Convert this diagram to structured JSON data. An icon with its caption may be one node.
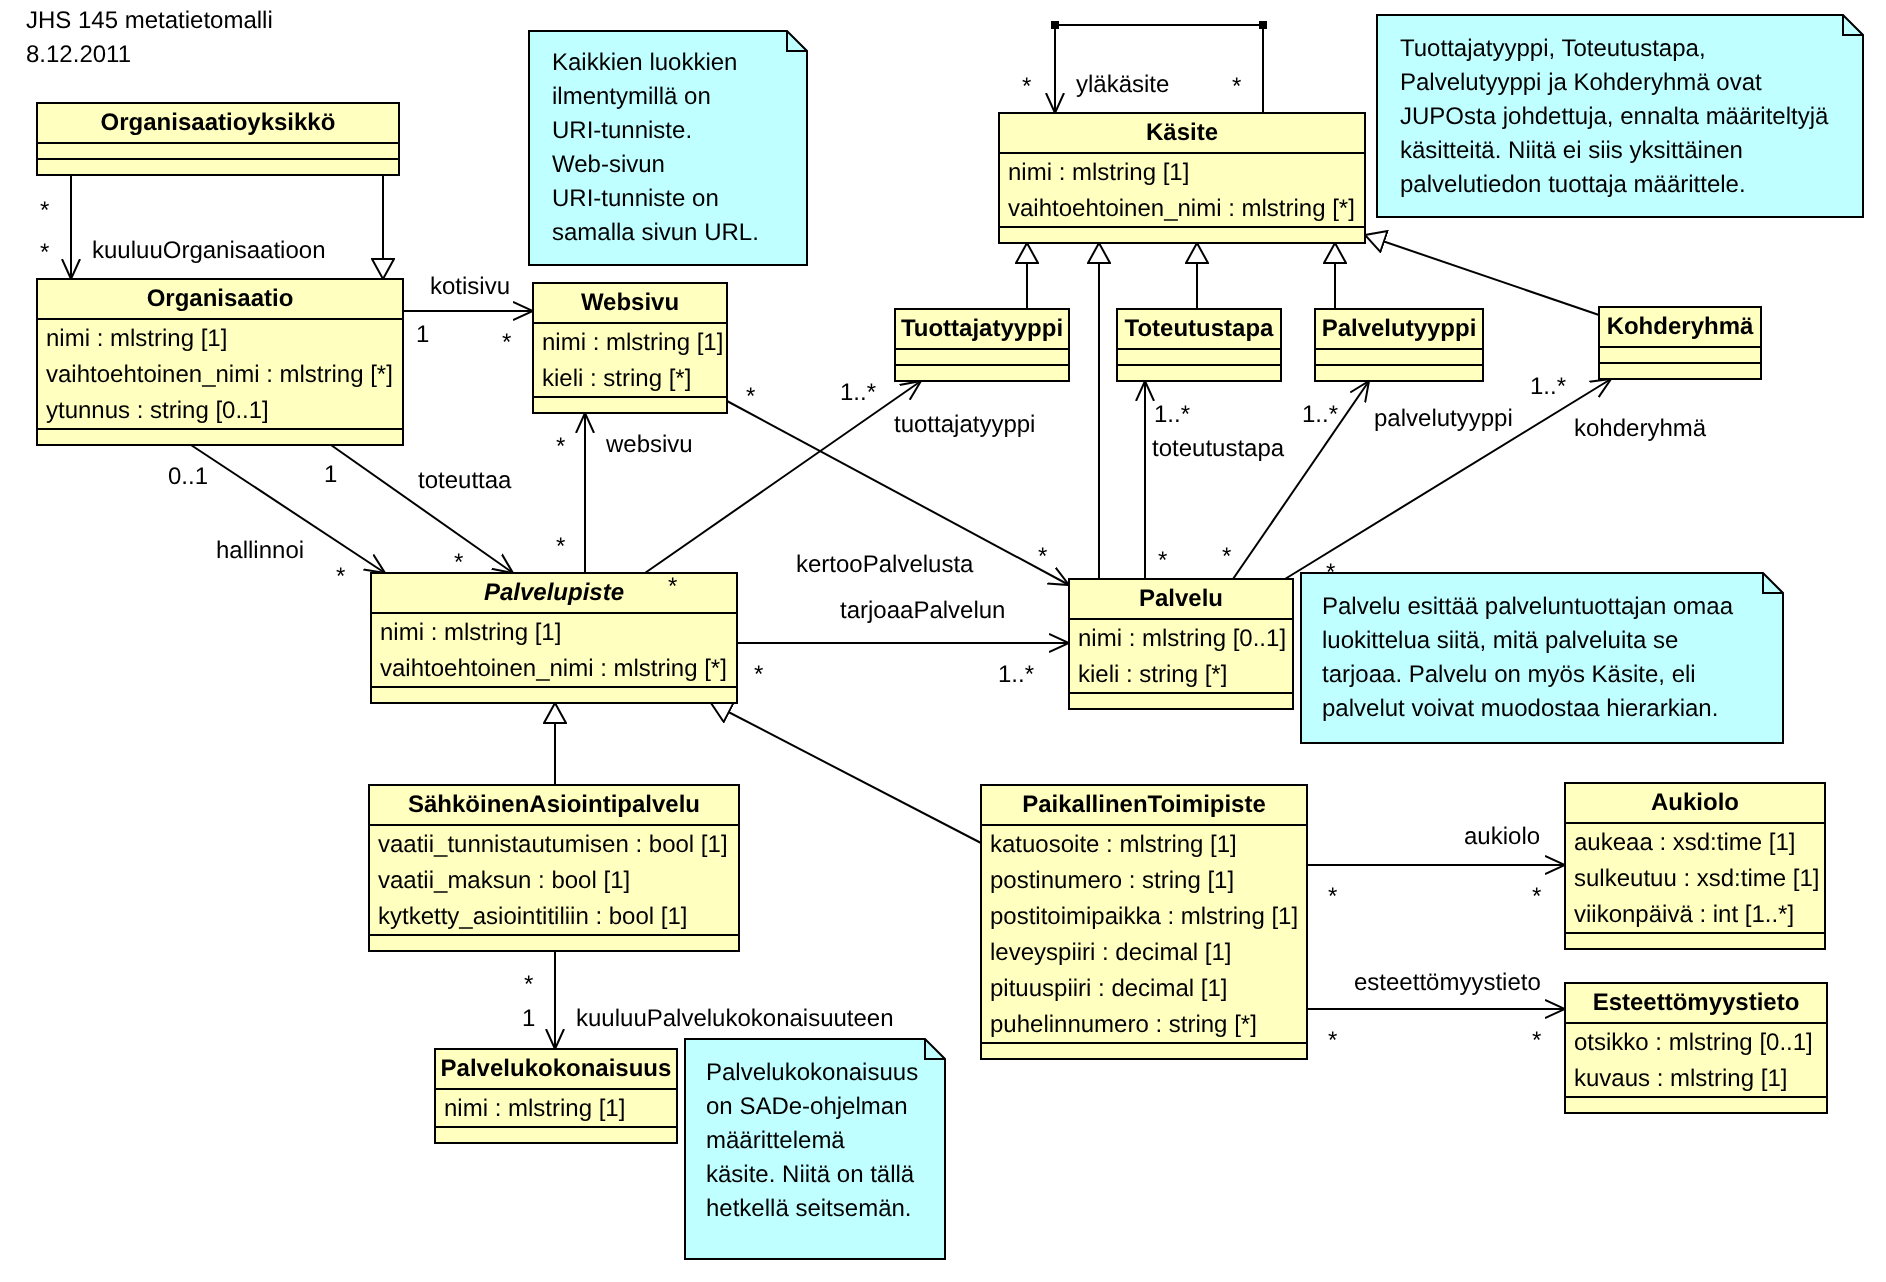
{
  "diagram": {
    "title": "JHS 145 metatietomalli",
    "nodes": [
      {
        "text": [
          "Organisaatioyksikkö"
        ]
      },
      {
        "text": [
          "Kaikkien luokkien ilmentymillä on URI-tunniste. Web-sivun URI-tunniste on samalla sivun URL."
        ]
      },
      {
        "text": [
          "Käsite",
          "nimi : mlstring [1]",
          "vaihtoehtoinen_nimi : mlstring [*]"
        ]
      },
      {
        "text": [
          "Tuottajatyyppi, Toteutustapa, Palvelutyyppi ja Kohderyhmä ovat JUPOsta johdettuja, ennalta määriteltyjä käsitteitä. Niitä ei siis yksittäinen palvelutiedon tuottaja määrittele."
        ]
      },
      {
        "text": [
          "Organisaatio",
          "nimi : mlstring [1]",
          "vaihtoehtoinen_nimi : mlstring [*]",
          "ytunnus : string [0..1]"
        ]
      },
      {
        "text": [
          "Websivu",
          "nimi : mlstring [1]",
          "kieli : string [*]"
        ]
      },
      {
        "text": [
          "Tuottajatyyppi"
        ]
      },
      {
        "text": [
          "Toteutustapa"
        ]
      },
      {
        "text": [
          "Palvelutyyppi"
        ]
      },
      {
        "text": [
          "Kohderyhmä"
        ]
      },
      {
        "text": [
          "Palvelupiste",
          "nimi : mlstring [1]",
          "vaihtoehtoinen_nimi : mlstring [*]"
        ]
      },
      {
        "text": [
          "Palvelu",
          "nimi : mlstring [0..1]",
          "kieli : string [*]"
        ]
      },
      {
        "text": [
          "Palvelu esittää palveluntuottajan omaa luokittelua siitä, mitä palveluita se tarjoaa. Palvelu on myös Käsite, eli palvelut voivat muodostaa hierarkian."
        ]
      },
      {
        "text": [
          "SähköinenAsiointipalvelu",
          "vaatii_tunnistautumisen : bool [1]",
          "vaatii_maksun : bool [1]",
          "kytketty_asiointitiliin : bool [1]"
        ]
      },
      {
        "text": [
          "PaikallinenToimipiste",
          "katuosoite : mlstring [1]",
          "postinumero : string [1]",
          "postitoimipaikka : mlstring [1]",
          "leveyspiiri : decimal [1]",
          "pituuspiiri : decimal [1]",
          "puhelinnumero : string [*]"
        ]
      },
      {
        "text": [
          "Aukiolo",
          "aukeaa : xsd:time [1]",
          "sulkeutuu : xsd:time [1]",
          "viikonpäivä : int [1..*]"
        ]
      },
      {
        "text": [
          "Esteettömyystieto",
          "otsikko : mlstring [0..1]",
          "kuvaus : mlstring [1]"
        ]
      },
      {
        "text": [
          "Palvelukokonaisuus",
          "nimi : mlstring [1]"
        ]
      },
      {
        "text": [
          "Palvelukokonaisuus on SADe-ohjelman määrittelemä käsite. Niitä on tällä hetkellä seitsemän."
        ]
      }
    ],
    "edges": [
      {
        "from": 0,
        "to": 4,
        "arrow": "to",
        "label": "kuuluuOrganisaatioon"
      },
      {
        "from": 0,
        "to": 4,
        "arrow": "to"
      },
      {
        "from": 4,
        "to": 5,
        "arrow": "to",
        "label": "kotisivu"
      },
      {
        "from": 4,
        "to": 10,
        "arrow": "to",
        "label": "hallinnoi"
      },
      {
        "from": 4,
        "to": 10,
        "arrow": "to",
        "label": "toteuttaa"
      },
      {
        "from": 10,
        "to": 5,
        "arrow": "to",
        "label": "websivu"
      },
      {
        "from": 5,
        "to": 11,
        "arrow": "to",
        "label": "kertooPalvelusta"
      },
      {
        "from": 10,
        "to": 6,
        "arrow": "to",
        "label": "tuottajatyyppi"
      },
      {
        "from": 10,
        "to": 11,
        "arrow": "to",
        "label": "tarjoaaPalvelun"
      },
      {
        "from": 2,
        "to": 2,
        "arrow": "to",
        "label": "yläkäsite"
      },
      {
        "from": 6,
        "to": 2,
        "arrow": "to"
      },
      {
        "from": 11,
        "to": 2,
        "arrow": "to"
      },
      {
        "from": 7,
        "to": 2,
        "arrow": "to"
      },
      {
        "from": 8,
        "to": 2,
        "arrow": "to"
      },
      {
        "from": 9,
        "to": 2,
        "arrow": "to"
      },
      {
        "from": 11,
        "to": 7,
        "arrow": "to",
        "label": "toteutustapa"
      },
      {
        "from": 11,
        "to": 8,
        "arrow": "to",
        "label": "palvelutyyppi"
      },
      {
        "from": 11,
        "to": 9,
        "arrow": "to",
        "label": "kohderyhmä"
      },
      {
        "from": 13,
        "to": 10,
        "arrow": "to"
      },
      {
        "from": 14,
        "to": 10,
        "arrow": "to"
      },
      {
        "from": 13,
        "to": 17,
        "arrow": "to",
        "label": "kuuluuPalvelukokonaisuuteen"
      },
      {
        "from": 14,
        "to": 15,
        "arrow": "to",
        "label": "aukiolo"
      },
      {
        "from": 14,
        "to": 16,
        "arrow": "to",
        "label": "esteettömyystieto"
      }
    ],
    "labels": [
      "8.12.2011",
      "*",
      "*",
      "*",
      "*",
      "1",
      "*",
      "*",
      "1..*",
      "1..*",
      "1..*",
      "1..*",
      "*",
      "0..1",
      "1",
      "*",
      "*",
      "*",
      "*",
      "*",
      "*",
      "*",
      "*",
      "*",
      "1..*",
      "*",
      "*",
      "*",
      "1",
      "*",
      "*"
    ]
  }
}
